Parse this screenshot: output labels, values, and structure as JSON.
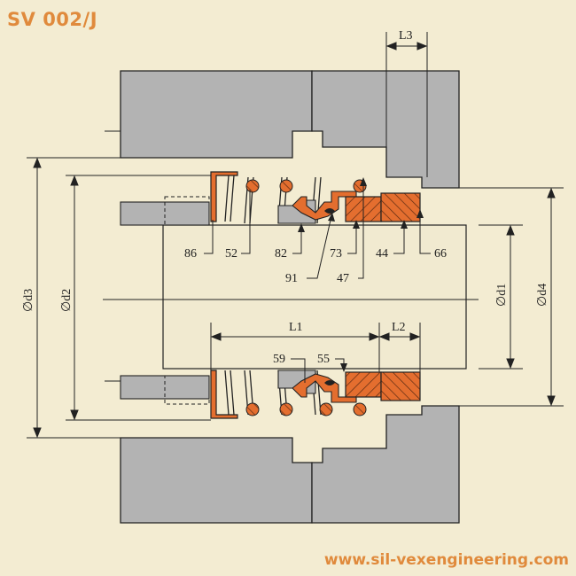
{
  "title": "SV 002/J",
  "website": "www.sil-vexengineering.com",
  "colors": {
    "background": "#f3ecd2",
    "housing": "#b3b3b3",
    "face_orange": "#e46e2f",
    "outline": "#222222",
    "brand": "#e08a3c"
  },
  "part_numbers": {
    "p86": "86",
    "p52": "52",
    "p82": "82",
    "p73": "73",
    "p44": "44",
    "p66": "66",
    "p91": "91",
    "p47": "47",
    "p59": "59",
    "p55": "55"
  },
  "dimensions": {
    "d1": "∅d1",
    "d2": "∅d2",
    "d3": "∅d3",
    "d4": "∅d4",
    "L1": "L1",
    "L2": "L2",
    "L3": "L3"
  }
}
